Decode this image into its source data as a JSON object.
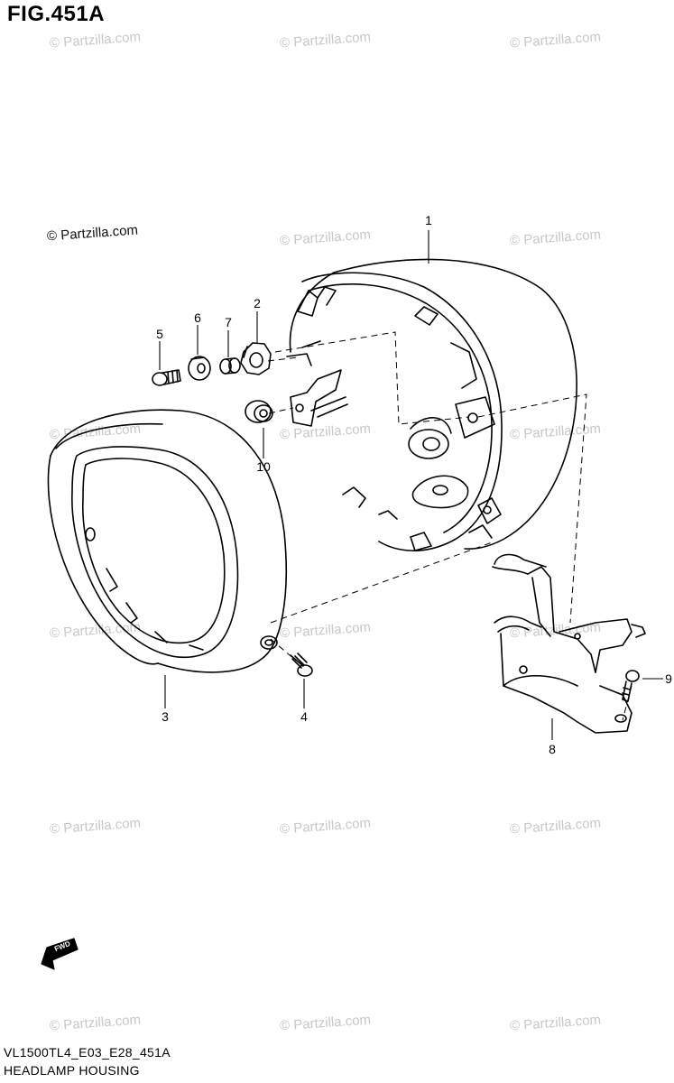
{
  "figure": {
    "title": "FIG.451A",
    "code": "VL1500TL4_E03_E28_451A",
    "caption": "HEADLAMP HOUSING",
    "fwd_label": "FWD"
  },
  "watermark": {
    "text": "© Partzilla.com"
  },
  "callouts": [
    {
      "ref": "1",
      "part": "headlamp-housing"
    },
    {
      "ref": "2",
      "part": "nut"
    },
    {
      "ref": "3",
      "part": "headlamp-rim"
    },
    {
      "ref": "4",
      "part": "screw"
    },
    {
      "ref": "5",
      "part": "bolt"
    },
    {
      "ref": "6",
      "part": "washer"
    },
    {
      "ref": "7",
      "part": "spacer"
    },
    {
      "ref": "8",
      "part": "bracket"
    },
    {
      "ref": "9",
      "part": "bolt"
    },
    {
      "ref": "10",
      "part": "grommet"
    }
  ]
}
